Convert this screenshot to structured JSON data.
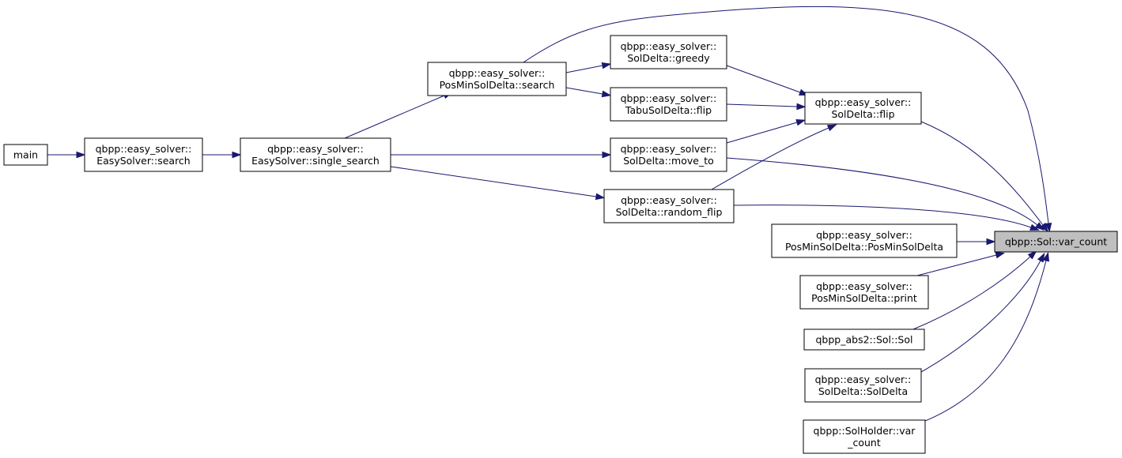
{
  "graph": {
    "focus_node": "n_var_count",
    "nodes": [
      {
        "id": "n_main",
        "lines": [
          "main"
        ]
      },
      {
        "id": "n_es_search",
        "lines": [
          "qbpp::easy_solver::",
          "EasySolver::search"
        ]
      },
      {
        "id": "n_es_single",
        "lines": [
          "qbpp::easy_solver::",
          "EasySolver::single_search"
        ]
      },
      {
        "id": "n_pm_search",
        "lines": [
          "qbpp::easy_solver::",
          "PosMinSolDelta::search"
        ]
      },
      {
        "id": "n_sd_greedy",
        "lines": [
          "qbpp::easy_solver::",
          "SolDelta::greedy"
        ]
      },
      {
        "id": "n_tabu_flip",
        "lines": [
          "qbpp::easy_solver::",
          "TabuSolDelta::flip"
        ]
      },
      {
        "id": "n_sd_moveto",
        "lines": [
          "qbpp::easy_solver::",
          "SolDelta::move_to"
        ]
      },
      {
        "id": "n_sd_random",
        "lines": [
          "qbpp::easy_solver::",
          "SolDelta::random_flip"
        ]
      },
      {
        "id": "n_sd_flip",
        "lines": [
          "qbpp::easy_solver::",
          "SolDelta::flip"
        ]
      },
      {
        "id": "n_pm_ctor",
        "lines": [
          "qbpp::easy_solver::",
          "PosMinSolDelta::PosMinSolDelta"
        ]
      },
      {
        "id": "n_pm_print",
        "lines": [
          "qbpp::easy_solver::",
          "PosMinSolDelta::print"
        ]
      },
      {
        "id": "n_abs2_sol",
        "lines": [
          "qbpp_abs2::Sol::Sol"
        ]
      },
      {
        "id": "n_sd_ctor",
        "lines": [
          "qbpp::easy_solver::",
          "SolDelta::SolDelta"
        ]
      },
      {
        "id": "n_holder",
        "lines": [
          "qbpp::SolHolder::var",
          "_count"
        ]
      },
      {
        "id": "n_var_count",
        "lines": [
          "qbpp::Sol::var_count"
        ]
      }
    ],
    "edges": [
      {
        "from": "n_main",
        "to": "n_es_search"
      },
      {
        "from": "n_es_search",
        "to": "n_es_single"
      },
      {
        "from": "n_es_single",
        "to": "n_pm_search"
      },
      {
        "from": "n_es_single",
        "to": "n_sd_moveto"
      },
      {
        "from": "n_es_single",
        "to": "n_sd_random"
      },
      {
        "from": "n_pm_search",
        "to": "n_sd_greedy"
      },
      {
        "from": "n_pm_search",
        "to": "n_tabu_flip"
      },
      {
        "from": "n_sd_greedy",
        "to": "n_sd_flip"
      },
      {
        "from": "n_tabu_flip",
        "to": "n_sd_flip"
      },
      {
        "from": "n_sd_moveto",
        "to": "n_sd_flip"
      },
      {
        "from": "n_sd_random",
        "to": "n_sd_flip"
      },
      {
        "from": "n_pm_search",
        "to": "n_var_count"
      },
      {
        "from": "n_sd_flip",
        "to": "n_var_count"
      },
      {
        "from": "n_sd_moveto",
        "to": "n_var_count"
      },
      {
        "from": "n_sd_random",
        "to": "n_var_count"
      },
      {
        "from": "n_pm_ctor",
        "to": "n_var_count"
      },
      {
        "from": "n_pm_print",
        "to": "n_var_count"
      },
      {
        "from": "n_abs2_sol",
        "to": "n_var_count"
      },
      {
        "from": "n_sd_ctor",
        "to": "n_var_count"
      },
      {
        "from": "n_holder",
        "to": "n_var_count"
      }
    ]
  }
}
